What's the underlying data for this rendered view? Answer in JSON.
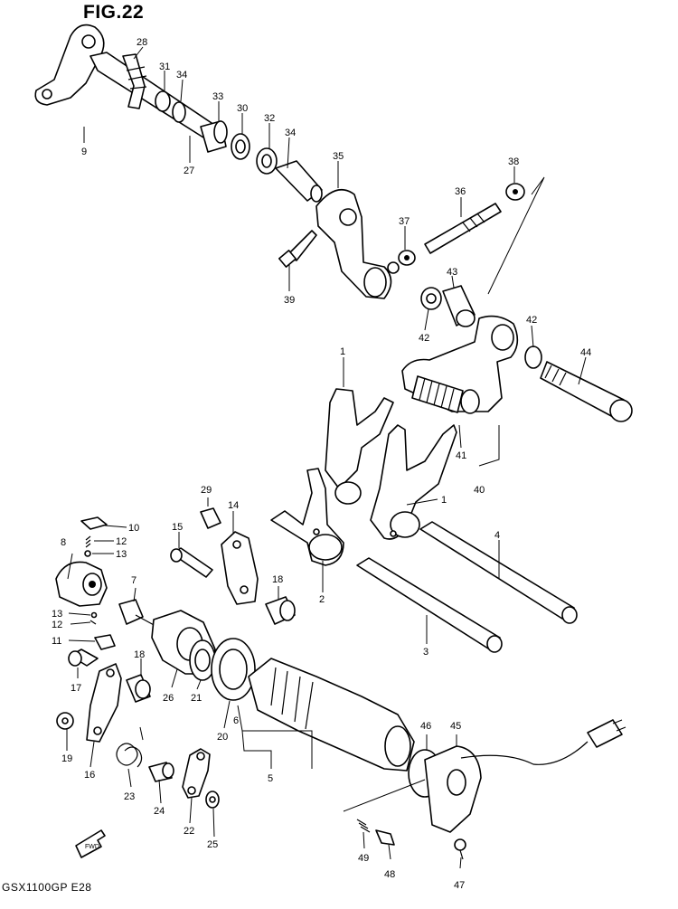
{
  "figure": {
    "title": "FIG.22",
    "model_code": "GSX1100GP E28"
  },
  "front_arrow": "FWD",
  "callouts": {
    "p1a": "1",
    "p1b": "1",
    "p2": "2",
    "p3": "3",
    "p4": "4",
    "p5": "5",
    "p6": "6",
    "p8": "8",
    "p9": "9",
    "p10": "10",
    "p11": "11",
    "p12a": "12",
    "p12b": "12",
    "p13a": "13",
    "p13b": "13",
    "p14": "14",
    "p15": "15",
    "p16": "16",
    "p17": "17",
    "p18a": "18",
    "p18b": "18",
    "p19": "19",
    "p20": "20",
    "p21": "21",
    "p22": "22",
    "p23": "23",
    "p24": "24",
    "p25": "25",
    "p26": "26",
    "p27": "27",
    "p28": "28",
    "p29": "29",
    "p30": "30",
    "p31": "31",
    "p32": "32",
    "p33": "33",
    "p34a": "34",
    "p34b": "34",
    "p35": "35",
    "p36": "36",
    "p37": "37",
    "p38": "38",
    "p39": "39",
    "p40": "40",
    "p41": "41",
    "p42a": "42",
    "p42b": "42",
    "p43": "43",
    "p44": "44",
    "p45": "45",
    "p46": "46",
    "p47": "47",
    "p48": "48",
    "p49": "49",
    "p7": "7"
  }
}
